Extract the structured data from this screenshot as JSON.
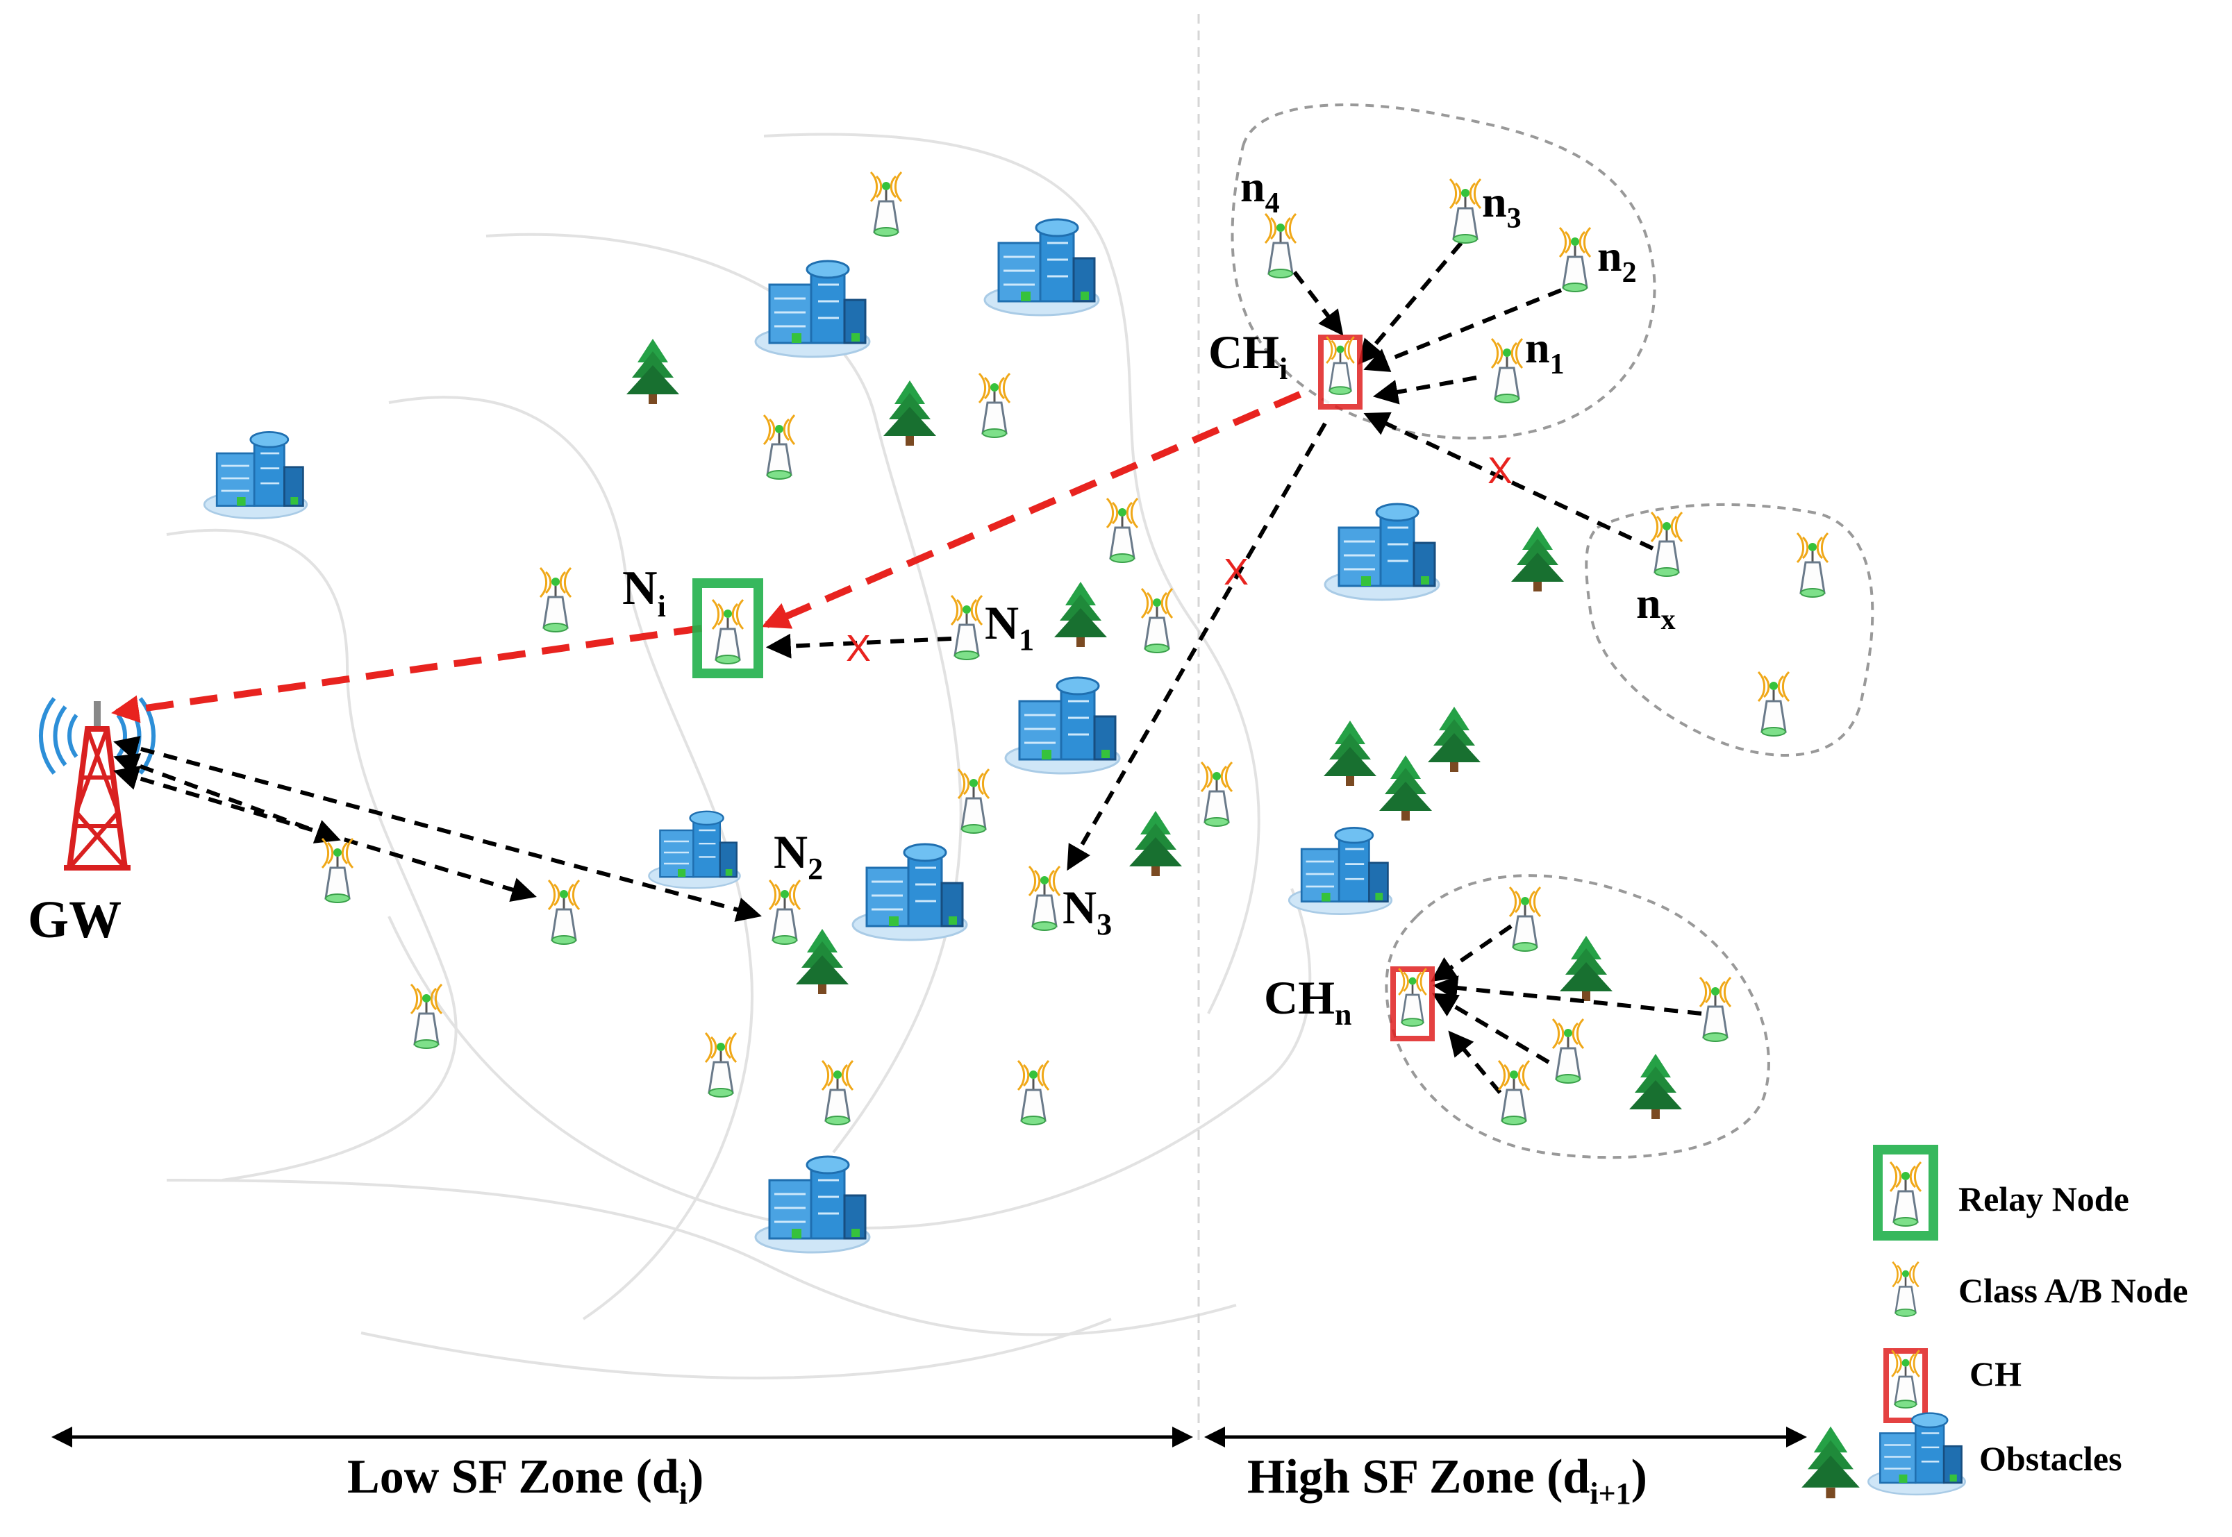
{
  "labels": {
    "gw": "GW",
    "relay_main": "N",
    "relay_main_sub": "i",
    "n1": "N",
    "n1_sub": "1",
    "n2": "N",
    "n2_sub": "2",
    "n3": "N",
    "n3_sub": "3",
    "ch_i": "CH",
    "ch_i_sub": "i",
    "ch_n": "CH",
    "ch_n_sub": "n",
    "c1": "n",
    "c1_sub": "1",
    "c2": "n",
    "c2_sub": "2",
    "c3": "n",
    "c3_sub": "3",
    "c4": "n",
    "c4_sub": "4",
    "cx": "n",
    "cx_sub": "x",
    "x_mark": "X"
  },
  "zones": {
    "low": "Low SF Zone (d",
    "low_sub": "i",
    "low_close": ")",
    "high": "High SF Zone (d",
    "high_sub": "i+1",
    "high_close": ")"
  },
  "legend": {
    "relay": "Relay Node",
    "classab": "Class A/B Node",
    "ch": "CH",
    "obstacles": "Obstacles"
  },
  "colors": {
    "red_link": "#e8231f",
    "black_link": "#000000",
    "relay_glow": "#22b14c",
    "ch_glow": "#e02020",
    "tree": "#1f8a3a",
    "building": "#2f8fd6"
  },
  "icons": [
    "cell-tower-icon",
    "antenna-node-icon",
    "building-icon",
    "tree-icon",
    "x-mark-icon"
  ]
}
